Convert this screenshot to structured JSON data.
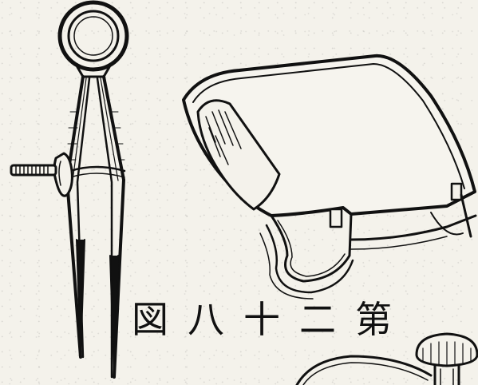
{
  "figure": {
    "caption_chars": [
      "図",
      "八",
      "十",
      "二",
      "第"
    ]
  },
  "objects": [
    {
      "icon": "divider-compass-icon"
    },
    {
      "icon": "leather-pouch-icon"
    },
    {
      "icon": "thumbscrew-icon"
    }
  ],
  "colors": {
    "paper": "#f4f2eb",
    "ink": "#111111"
  }
}
